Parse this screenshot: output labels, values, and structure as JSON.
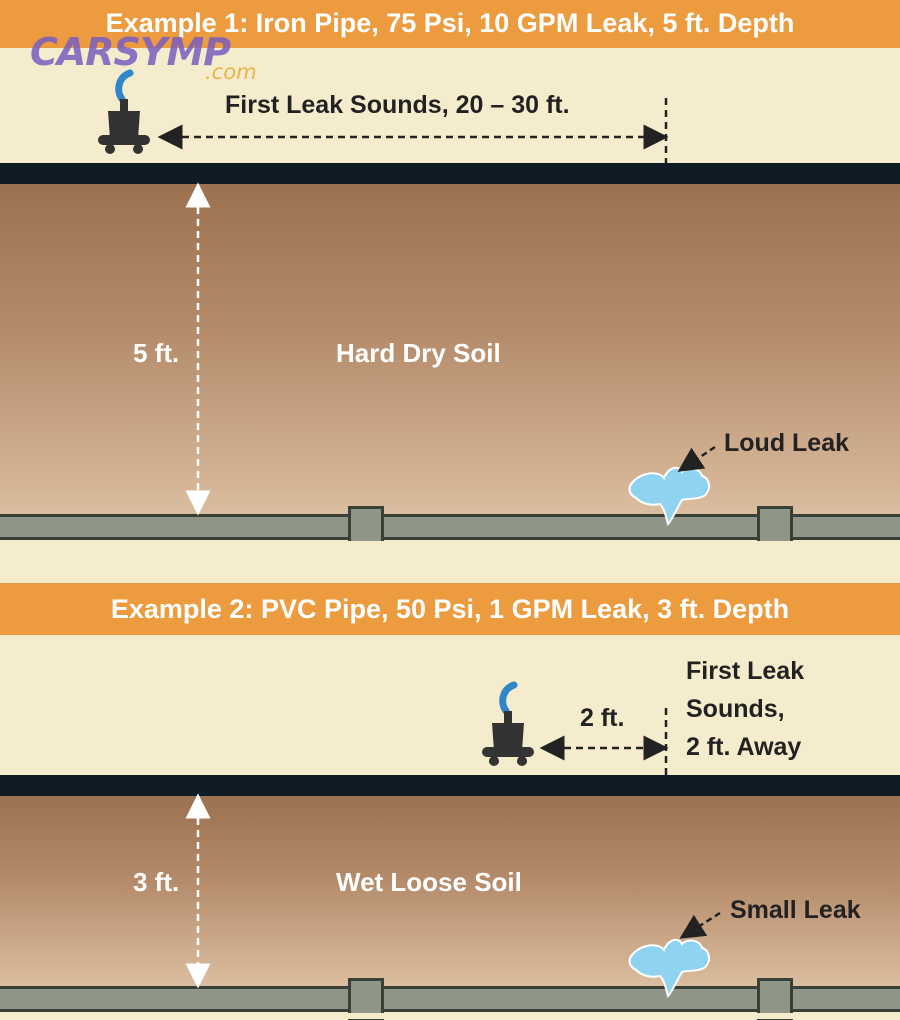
{
  "watermark": {
    "brand": "CARSYMP",
    "domain": ".com"
  },
  "example1": {
    "title": "Example 1: Iron Pipe, 75 Psi, 10 GPM Leak, 5 ft. Depth",
    "distance_label": "First Leak Sounds, 20 – 30 ft.",
    "depth_label": "5 ft.",
    "soil_label": "Hard Dry Soil",
    "leak_label": "Loud Leak"
  },
  "example2": {
    "title": "Example 2: PVC Pipe, 50 Psi, 1 GPM Leak, 3 ft. Depth",
    "distance_label": "2 ft.",
    "sounds_label_lines": [
      "First Leak",
      "Sounds,",
      "2 ft. Away"
    ],
    "depth_label": "3 ft.",
    "soil_label": "Wet Loose Soil",
    "leak_label": "Small Leak"
  },
  "colors": {
    "header": "#ec9b3e",
    "sky": "#f5eccd",
    "surface": "#0f1c26",
    "soil_top": "#9c7150",
    "soil_bottom": "#dbbd9f",
    "pipe": "#8f9688",
    "water": "#8fd3f1",
    "cable": "#2f86c8"
  },
  "icons": [
    "microphone-sensor-icon",
    "water-splash-icon"
  ]
}
